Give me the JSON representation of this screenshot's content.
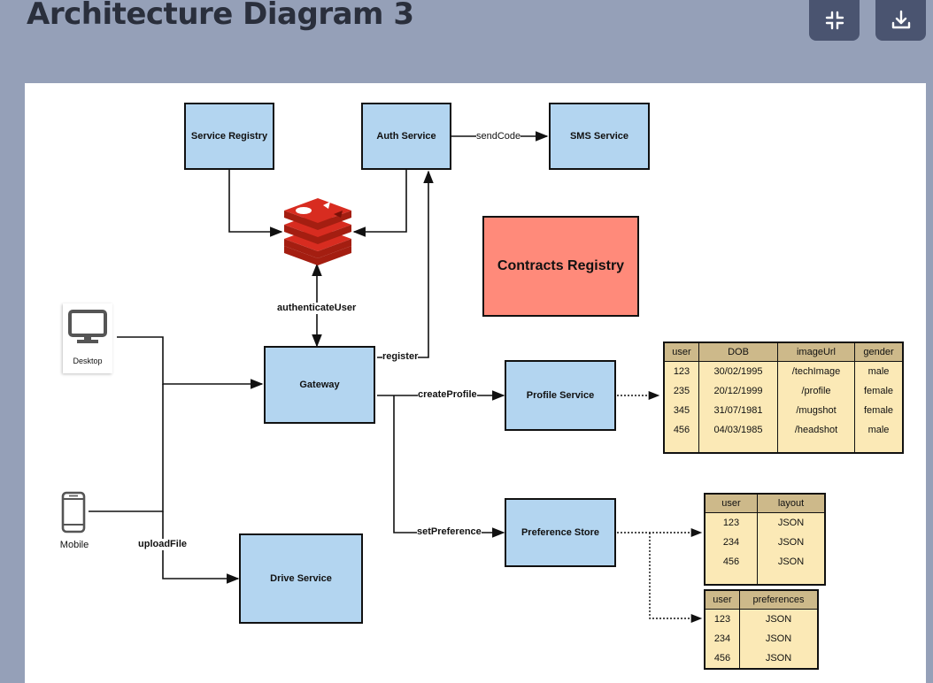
{
  "header": {
    "title": "Architecture Diagram 3",
    "collapse_icon": "collapse-icon",
    "download_icon": "download-icon"
  },
  "diagram": {
    "nodes": {
      "service_registry": "Service Registry",
      "auth_service": "Auth Service",
      "sms_service": "SMS Service",
      "contracts_registry": "Contracts Registry",
      "gateway": "Gateway",
      "profile_service": "Profile Service",
      "preference_store": "Preference Store",
      "drive_service": "Drive Service"
    },
    "clients": {
      "desktop": "Desktop",
      "mobile": "Mobile"
    },
    "cache_icon": "redis-icon",
    "edges": {
      "send_code": "sendCode",
      "authenticate_user": "authenticateUser",
      "register": "register",
      "create_profile": "createProfile",
      "set_preference": "setPreference",
      "upload_file": "uploadFile"
    },
    "tables": {
      "profiles": {
        "columns": [
          "user",
          "DOB",
          "imageUrl",
          "gender"
        ],
        "rows": [
          [
            "123",
            "30/02/1995",
            "/techImage",
            "male"
          ],
          [
            "235",
            "20/12/1999",
            "/profile",
            "female"
          ],
          [
            "345",
            "31/07/1981",
            "/mugshot",
            "female"
          ],
          [
            "456",
            "04/03/1985",
            "/headshot",
            "male"
          ]
        ]
      },
      "layouts": {
        "columns": [
          "user",
          "layout"
        ],
        "rows": [
          [
            "123",
            "JSON"
          ],
          [
            "234",
            "JSON"
          ],
          [
            "456",
            "JSON"
          ]
        ]
      },
      "preferences": {
        "columns": [
          "user",
          "preferences"
        ],
        "rows": [
          [
            "123",
            "JSON"
          ],
          [
            "234",
            "JSON"
          ],
          [
            "456",
            "JSON"
          ]
        ]
      }
    },
    "colors": {
      "service_fill": "#b3d5f0",
      "registry_fill": "#ff8a7a",
      "table_fill": "#fbe9b6",
      "table_header": "#cdb98a"
    }
  }
}
